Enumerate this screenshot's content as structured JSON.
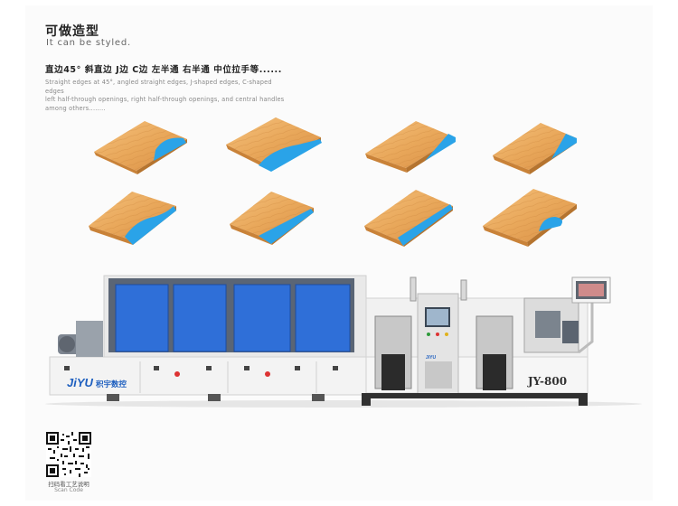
{
  "header": {
    "title": "可做造型",
    "subtitle": "It can be styled."
  },
  "features": {
    "headline": "直边45°  斜直边  J边  C边  左半通  右半通  中位拉手等......",
    "description": [
      "Straight edges at 45°, angled straight edges, J-shaped edges, C-shaped edges",
      "left half-through openings, right half-through openings, and central handles",
      "among others........"
    ]
  },
  "machine": {
    "brand_logo": "JiYU",
    "brand_cn": "积宇数控",
    "model": "JY-800",
    "panel_color": "#2f6fd8",
    "body_color": "#f2f2f2"
  },
  "qr": {
    "label": "扫码看工艺说明",
    "sublabel": "Scan Code"
  },
  "colors": {
    "wood_light": "#f1b56b",
    "wood_dark": "#c7833d",
    "accent_blue": "#2aa3e8"
  }
}
